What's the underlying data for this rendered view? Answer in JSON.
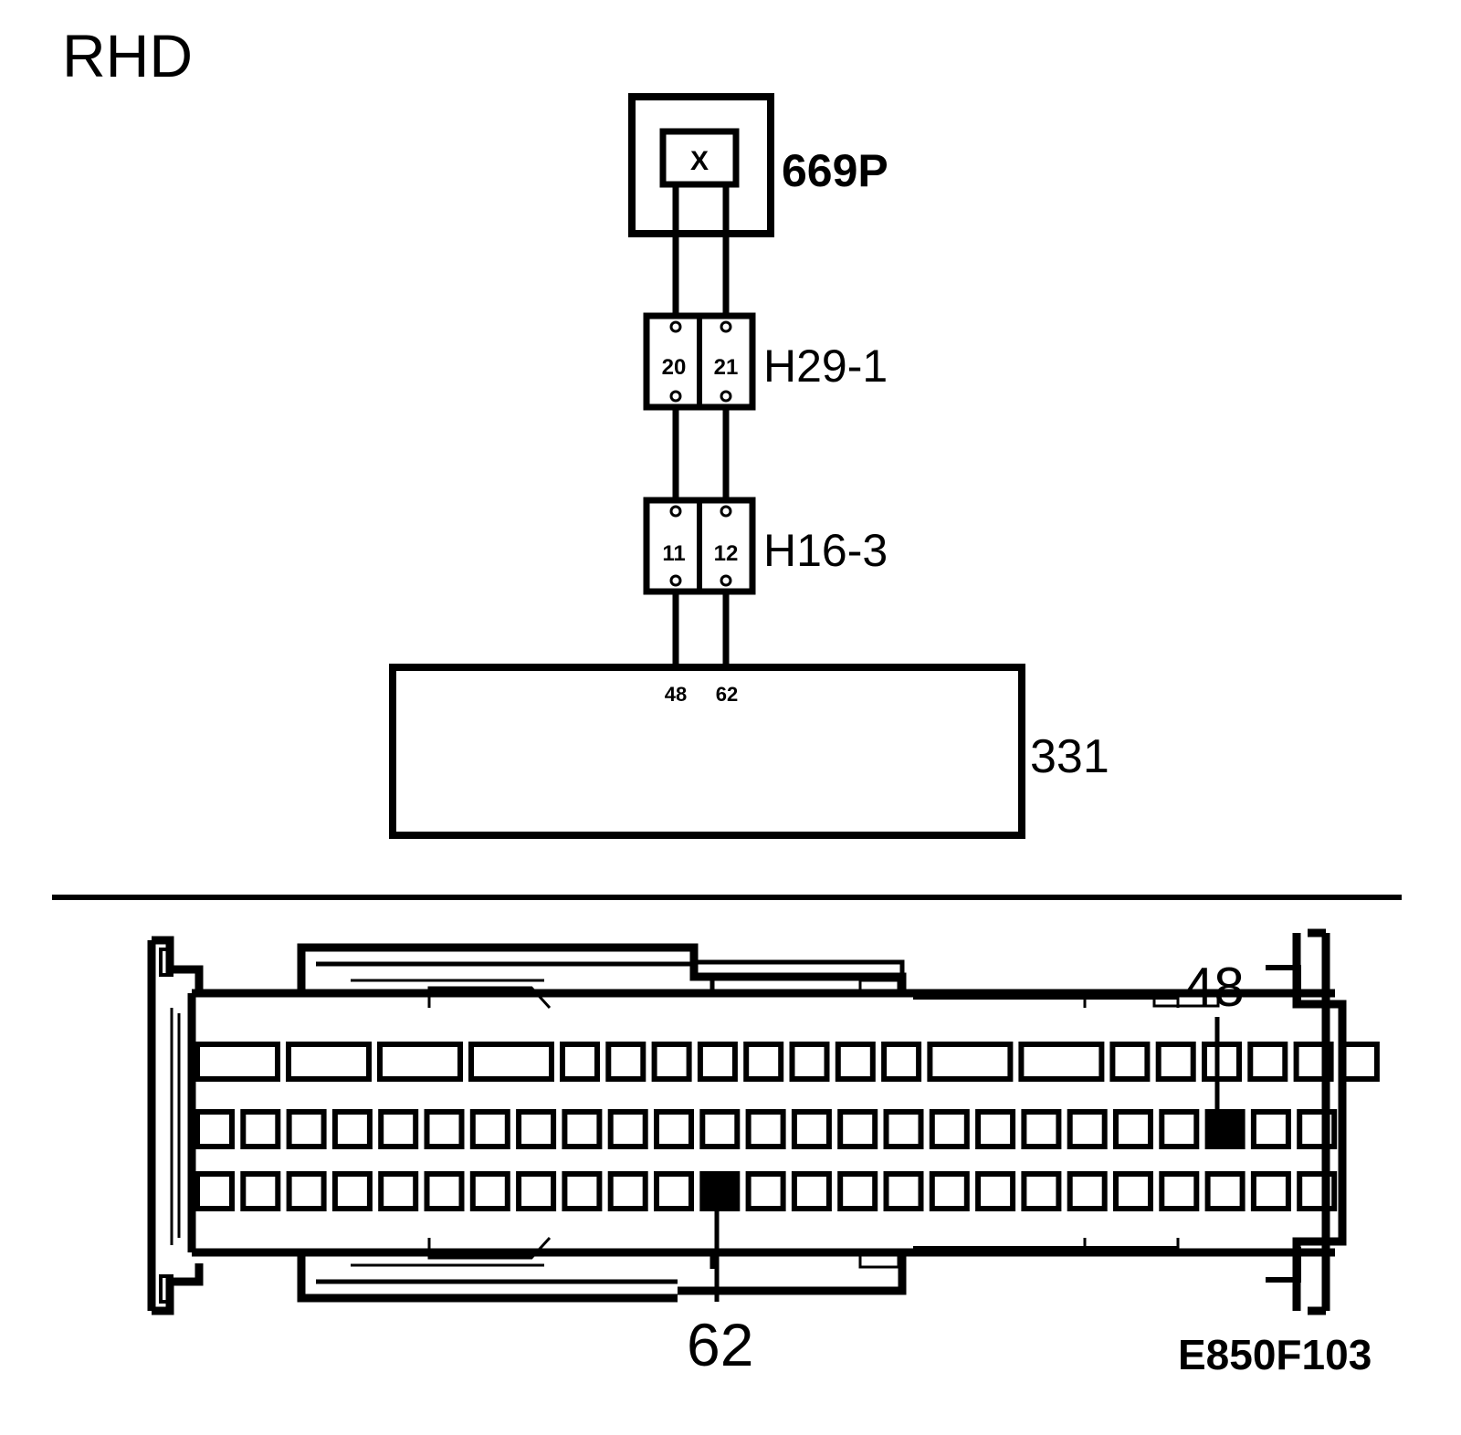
{
  "header": {
    "variant": "RHD"
  },
  "components": {
    "sensor": {
      "id": "669P",
      "symbol": "X"
    },
    "connector_a": {
      "id": "H29-1",
      "pins": [
        "20",
        "21"
      ]
    },
    "connector_b": {
      "id": "H16-3",
      "pins": [
        "11",
        "12"
      ]
    },
    "module": {
      "id": "331",
      "pins": [
        "48",
        "62"
      ]
    }
  },
  "connector_view": {
    "callout_upper": "48",
    "callout_lower": "62"
  },
  "figure_id": "E850F103",
  "colors": {
    "line": "#000000",
    "background": "#ffffff"
  }
}
